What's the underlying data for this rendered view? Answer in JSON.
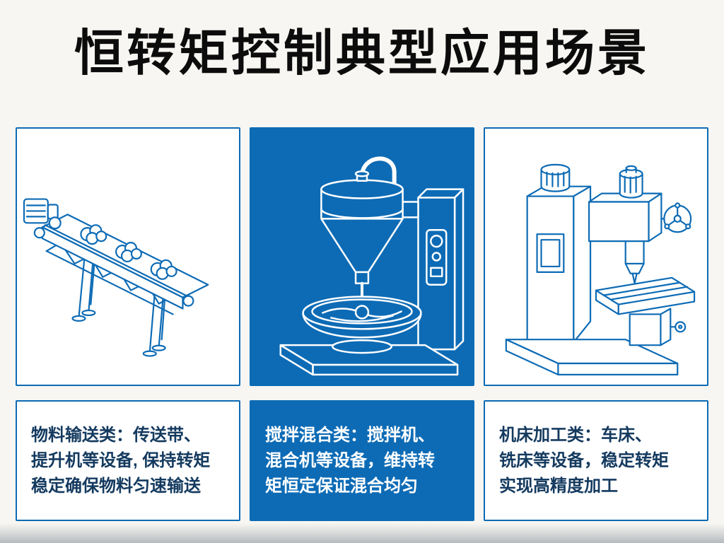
{
  "title": "恒转矩控制典型应用场景",
  "theme": {
    "accent_blue": "#0d6bb5",
    "caption_text_color": "#143a5f",
    "title_text_color": "#0c0c0c",
    "background": "#f7f6f2"
  },
  "panels": [
    {
      "illustration": "conveyor-belt",
      "style": "white",
      "caption": "物料输送类：传送带、\n提升机等设备, 保持转矩\n稳定确保物料匀速输送"
    },
    {
      "illustration": "mixer-machine",
      "style": "blue",
      "caption": "搅拌混合类：搅拌机、\n混合机等设备，维持转\n矩恒定保证混合均匀"
    },
    {
      "illustration": "milling-machine",
      "style": "white",
      "caption": "机床加工类：车床、\n铣床等设备，稳定转矩\n实现高精度加工"
    }
  ]
}
